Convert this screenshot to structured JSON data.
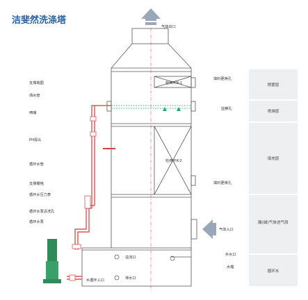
{
  "title": "洁斐然洗涤塔",
  "labels": {
    "gas_outlet": "气体出口",
    "support_flange": "支撑端圈",
    "spray_pipe": "洒水管",
    "nozzle": "喷嘴",
    "ph_probe": "PH探头",
    "circulation_pipe": "循环水管",
    "support_grid": "支撑栅格",
    "circ_pressure_gauge": "循环水压力表",
    "circ_pump_clean": "循环水泵清洗孔",
    "circ_pump": "循环水泵",
    "packing_upper": "检西环R-1",
    "packing_lower": "检西环K-2",
    "packing_replace_1": "填料更换孔",
    "inspect_hole": "监察孔",
    "packing_replace_2": "填料更换孔",
    "gas_inlet": "气体入口",
    "makeup_water": "补水口",
    "tank": "水箱",
    "overflow": "溢流口",
    "drain": "排水口",
    "circ_inlet": "水循环入口"
  },
  "zones": [
    {
      "label": "除雾层"
    },
    {
      "label": "喷淋层"
    },
    {
      "label": "填充层"
    },
    {
      "label": "酸(碱)气体进气段"
    },
    {
      "label": "循环水"
    }
  ],
  "colors": {
    "outline": "#555555",
    "pipe": "#e05555",
    "centerline": "#e05555",
    "arrow": "#9aa7b8",
    "zone_bg": "#eeeff1",
    "pump": "#2f8c5a",
    "title": "#2a5f9e"
  }
}
